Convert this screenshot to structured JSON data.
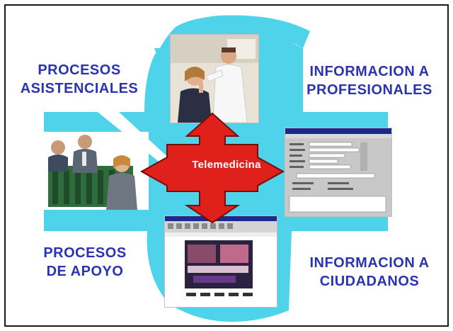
{
  "center_label": "Telemedicina",
  "quadrants": {
    "top_left": [
      "PROCESOS",
      "ASISTENCIALES"
    ],
    "top_right": [
      "INFORMACION A",
      "PROFESIONALES"
    ],
    "bottom_left": [
      "PROCESOS",
      "DE APOYO"
    ],
    "bottom_right": [
      "INFORMACION A",
      "CIUDADANOS"
    ]
  },
  "colors": {
    "label_text": "#2a34b0",
    "cyan_band": "#4fd3ea",
    "arrow_fill": "#e0201a",
    "arrow_stroke": "#7a0c08",
    "border": "#1a1a1a"
  },
  "images": {
    "top": "doctor-patient-photo",
    "left": "office-meeting-photo",
    "right": "medical-form-screenshot",
    "bottom": "web-browser-screenshot"
  }
}
